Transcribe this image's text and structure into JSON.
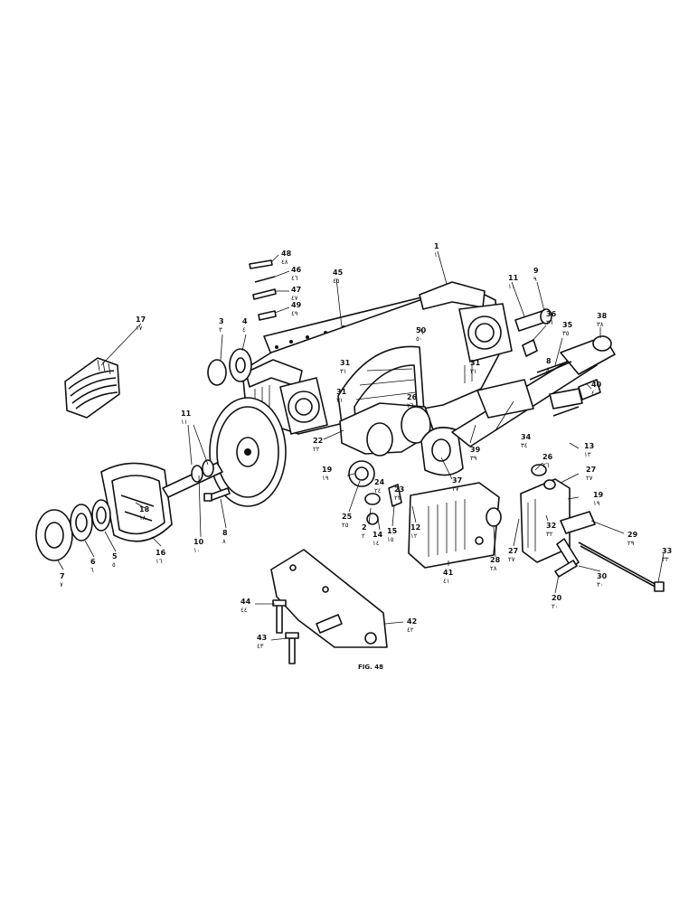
{
  "figure": {
    "caption": "FIG. 48"
  },
  "labels": [
    {
      "id": "48",
      "num": "48",
      "sub": "٤٨"
    },
    {
      "id": "46",
      "num": "46",
      "sub": "٤٦"
    },
    {
      "id": "47",
      "num": "47",
      "sub": "٤٧"
    },
    {
      "id": "49",
      "num": "49",
      "sub": "٤٩"
    },
    {
      "id": "45",
      "num": "45",
      "sub": "٤٥"
    },
    {
      "id": "1",
      "num": "1",
      "sub": "١"
    },
    {
      "id": "11a",
      "num": "11",
      "sub": "١١"
    },
    {
      "id": "9",
      "num": "9",
      "sub": "٩"
    },
    {
      "id": "36",
      "num": "36",
      "sub": "٣٦"
    },
    {
      "id": "35",
      "num": "35",
      "sub": "٣٥"
    },
    {
      "id": "38",
      "num": "38",
      "sub": "٣٨"
    },
    {
      "id": "8a",
      "num": "8",
      "sub": "٨"
    },
    {
      "id": "17",
      "num": "17",
      "sub": "١٧"
    },
    {
      "id": "3",
      "num": "3",
      "sub": "٣"
    },
    {
      "id": "4",
      "num": "4",
      "sub": "٤"
    },
    {
      "id": "50",
      "num": "50",
      "sub": "٥٠"
    },
    {
      "id": "31a",
      "num": "31",
      "sub": "٣١"
    },
    {
      "id": "31b",
      "num": "31",
      "sub": "٣١"
    },
    {
      "id": "31c",
      "num": "31",
      "sub": "٣١"
    },
    {
      "id": "26a",
      "num": "26",
      "sub": "٢٦"
    },
    {
      "id": "40",
      "num": "40",
      "sub": "٤٠"
    },
    {
      "id": "34",
      "num": "34",
      "sub": "٣٤"
    },
    {
      "id": "39",
      "num": "39",
      "sub": "٣٩"
    },
    {
      "id": "22",
      "num": "22",
      "sub": "٢٢"
    },
    {
      "id": "11b",
      "num": "11",
      "sub": "١١"
    },
    {
      "id": "13",
      "num": "13",
      "sub": "١٣"
    },
    {
      "id": "26b",
      "num": "26",
      "sub": "٢٦"
    },
    {
      "id": "27a",
      "num": "27",
      "sub": "٢٧"
    },
    {
      "id": "19a",
      "num": "19",
      "sub": "١٩"
    },
    {
      "id": "37",
      "num": "37",
      "sub": "٣٧"
    },
    {
      "id": "19b",
      "num": "19",
      "sub": "١٩"
    },
    {
      "id": "23",
      "num": "23",
      "sub": "٢٣"
    },
    {
      "id": "24",
      "num": "24",
      "sub": "٢٤"
    },
    {
      "id": "18",
      "num": "18",
      "sub": "١٨"
    },
    {
      "id": "10",
      "num": "10",
      "sub": "١٠"
    },
    {
      "id": "8b",
      "num": "8",
      "sub": "٨"
    },
    {
      "id": "25",
      "num": "25",
      "sub": "٢٥"
    },
    {
      "id": "2",
      "num": "2",
      "sub": "٢"
    },
    {
      "id": "14",
      "num": "14",
      "sub": "١٤"
    },
    {
      "id": "15",
      "num": "15",
      "sub": "١٥"
    },
    {
      "id": "12",
      "num": "12",
      "sub": "١٢"
    },
    {
      "id": "32",
      "num": "32",
      "sub": "٣٢"
    },
    {
      "id": "29",
      "num": "29",
      "sub": "٢٩"
    },
    {
      "id": "33",
      "num": "33",
      "sub": "٣٣"
    },
    {
      "id": "28",
      "num": "28",
      "sub": "٢٨"
    },
    {
      "id": "27b",
      "num": "27",
      "sub": "٢٧"
    },
    {
      "id": "30",
      "num": "30",
      "sub": "٣٠"
    },
    {
      "id": "20",
      "num": "20",
      "sub": "٢٠"
    },
    {
      "id": "41",
      "num": "41",
      "sub": "٤١"
    },
    {
      "id": "16",
      "num": "16",
      "sub": "١٦"
    },
    {
      "id": "7",
      "num": "7",
      "sub": "٧"
    },
    {
      "id": "6",
      "num": "6",
      "sub": "٦"
    },
    {
      "id": "5",
      "num": "5",
      "sub": "٥"
    },
    {
      "id": "44",
      "num": "44",
      "sub": "٤٤"
    },
    {
      "id": "42",
      "num": "42",
      "sub": "٤٢"
    },
    {
      "id": "43",
      "num": "43",
      "sub": "٤٣"
    }
  ]
}
